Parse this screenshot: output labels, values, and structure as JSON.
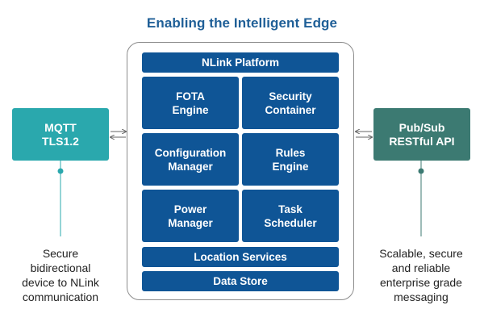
{
  "title": "Enabling the Intelligent Edge",
  "platform": {
    "header": "NLink Platform",
    "modules": [
      "FOTA\nEngine",
      "Security\nContainer",
      "Configuration\nManager",
      "Rules\nEngine",
      "Power\nManager",
      "Task\nScheduler"
    ],
    "location_services": "Location Services",
    "data_store": "Data Store"
  },
  "left": {
    "label": "MQTT\nTLS1.2",
    "color": "#2aa8ad",
    "description": "Secure\nbidirectional\ndevice to NLink\ncommunication"
  },
  "right": {
    "label": "Pub/Sub\nRESTful API",
    "color": "#3c7a72",
    "description": "Scalable, secure\nand reliable\nenterprise grade\nmessaging"
  },
  "colors": {
    "block": "#0f5596",
    "title": "#1f5f97"
  }
}
